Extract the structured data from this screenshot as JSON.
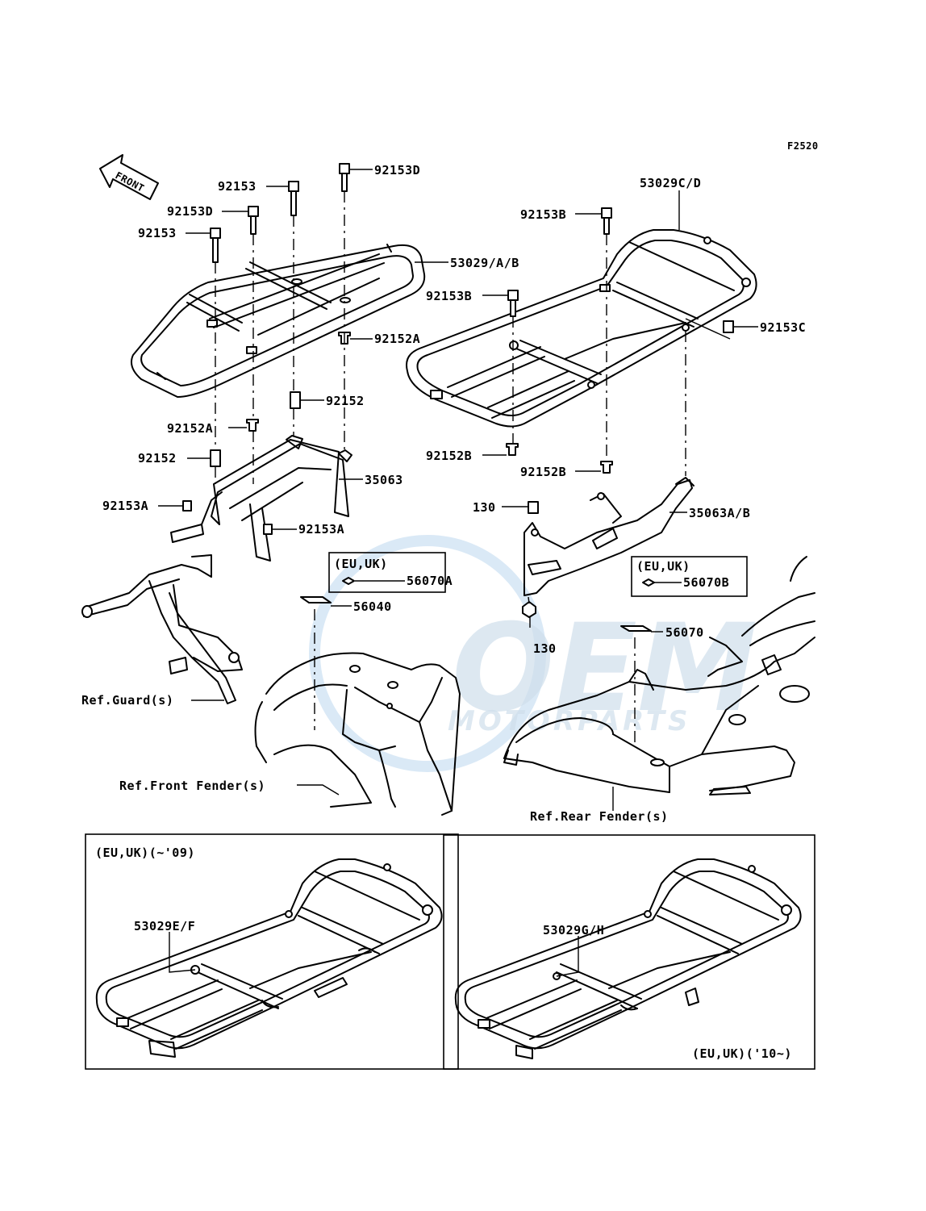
{
  "figure_code": "F2520",
  "front_arrow_label": "FRONT",
  "watermark": {
    "main": "OEM",
    "sub": "MOTORPARTS"
  },
  "labels": {
    "p92153D_top": "92153D",
    "p92153_a": "92153",
    "p92153D_b": "92153D",
    "p92153_b": "92153",
    "p53029AB": "53029/A/B",
    "p92152A_r": "92152A",
    "p92152_r": "92152",
    "p92152A_l": "92152A",
    "p92152_l": "92152",
    "p35063": "35063",
    "p92153A_l": "92153A",
    "p92153A_r": "92153A",
    "ref_guard": "Ref.Guard(s)",
    "p53029CD": "53029C/D",
    "p92153B_a": "92153B",
    "p92153B_b": "92153B",
    "p92153C": "92153C",
    "p92152B_a": "92152B",
    "p92152B_b": "92152B",
    "p130_a": "130",
    "p35063AB": "35063A/B",
    "p130_b": "130",
    "box1_region": "(EU,UK)",
    "p56070A": "56070A",
    "p56040": "56040",
    "box2_region": "(EU,UK)",
    "p56070B": "56070B",
    "p56070": "56070",
    "ref_front_fender": "Ref.Front Fender(s)",
    "ref_rear_fender": "Ref.Rear Fender(s)",
    "inset1_title": "(EU,UK)(~'09)",
    "p53029EF": "53029E/F",
    "p53029GH": "53029G/H",
    "inset2_title": "(EU,UK)('10~)"
  }
}
